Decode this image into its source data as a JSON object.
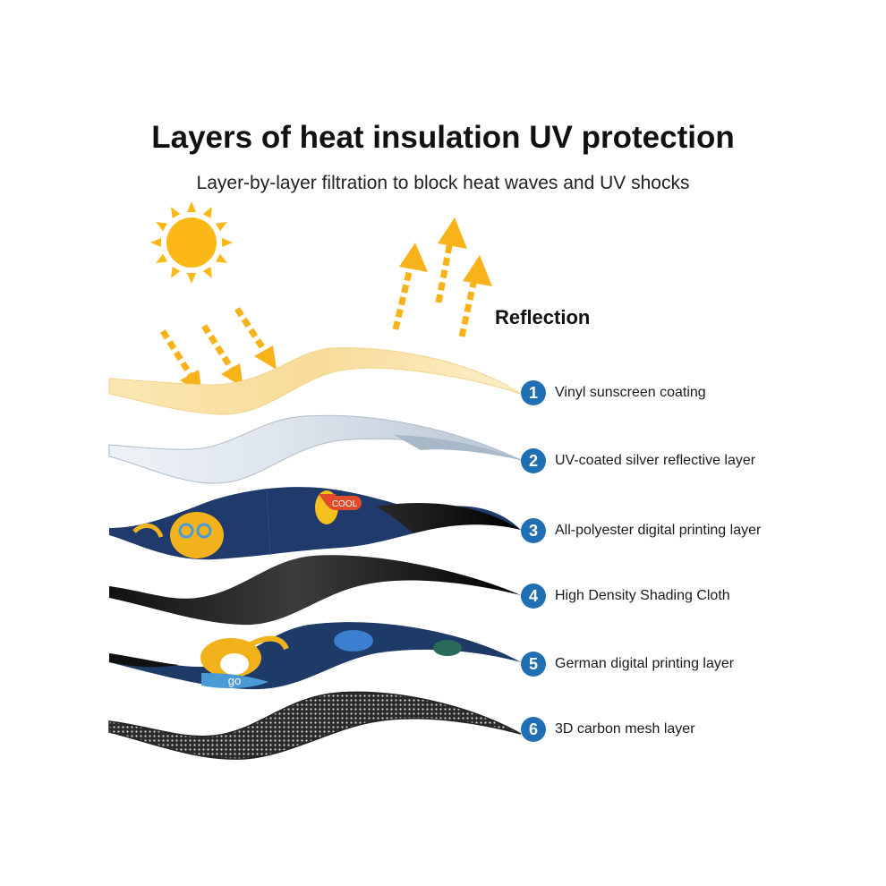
{
  "header": {
    "title": "Layers of heat insulation UV protection",
    "subtitle": "Layer-by-layer filtration to block heat waves and UV shocks"
  },
  "reflection_label": "Reflection",
  "colors": {
    "sun": "#fbb817",
    "arrow": "#f9b31a",
    "badge": "#1f6fb2"
  },
  "layers": [
    {
      "number": "1",
      "label": "Vinyl sunscreen coating"
    },
    {
      "number": "2",
      "label": "UV-coated silver reflective layer"
    },
    {
      "number": "3",
      "label": "All-polyester digital printing layer"
    },
    {
      "number": "4",
      "label": "High Density Shading Cloth"
    },
    {
      "number": "5",
      "label": "German digital printing layer"
    },
    {
      "number": "6",
      "label": "3D carbon mesh layer"
    }
  ],
  "print_texts": {
    "cool": "COOL",
    "go": "go"
  }
}
